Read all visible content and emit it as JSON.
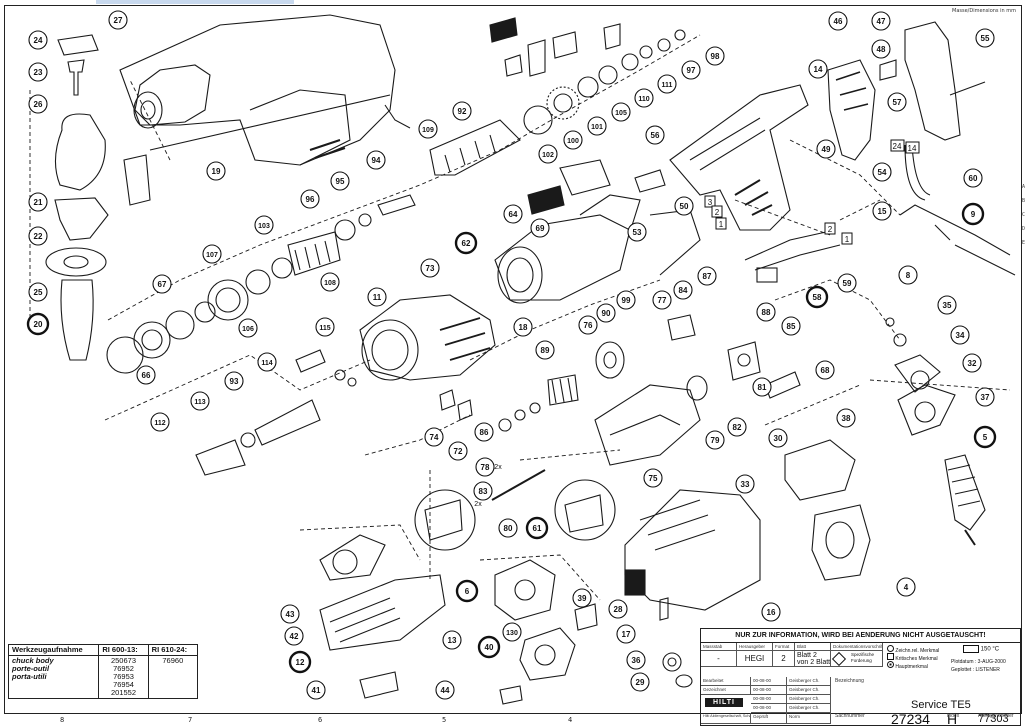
{
  "header": {
    "dimensions_note": "Masse/Dimensions in mm"
  },
  "callouts": [
    {
      "n": "27",
      "filled": false
    },
    {
      "n": "24",
      "filled": false
    },
    {
      "n": "23",
      "filled": false
    },
    {
      "n": "26",
      "filled": false
    },
    {
      "n": "21",
      "filled": false
    },
    {
      "n": "22",
      "filled": false
    },
    {
      "n": "25",
      "filled": false
    },
    {
      "n": "20",
      "filled": true
    },
    {
      "n": "19",
      "filled": false
    },
    {
      "n": "67",
      "filled": false
    },
    {
      "n": "66",
      "filled": false
    },
    {
      "n": "107",
      "filled": false
    },
    {
      "n": "106",
      "filled": false
    },
    {
      "n": "103",
      "filled": false
    },
    {
      "n": "108",
      "filled": false
    },
    {
      "n": "96",
      "filled": false
    },
    {
      "n": "95",
      "filled": false
    },
    {
      "n": "94",
      "filled": false
    },
    {
      "n": "109",
      "filled": false
    },
    {
      "n": "92",
      "filled": false
    },
    {
      "n": "102",
      "filled": false
    },
    {
      "n": "100",
      "filled": false
    },
    {
      "n": "101",
      "filled": false
    },
    {
      "n": "105",
      "filled": false
    },
    {
      "n": "110",
      "filled": false
    },
    {
      "n": "111",
      "filled": false
    },
    {
      "n": "97",
      "filled": false
    },
    {
      "n": "98",
      "filled": false
    },
    {
      "n": "46",
      "filled": false
    },
    {
      "n": "47",
      "filled": false
    },
    {
      "n": "48",
      "filled": false
    },
    {
      "n": "55",
      "filled": false
    },
    {
      "n": "14",
      "filled": false
    },
    {
      "n": "57",
      "filled": false
    },
    {
      "n": "49",
      "filled": false
    },
    {
      "n": "54",
      "filled": false
    },
    {
      "n": "15",
      "filled": false
    },
    {
      "n": "60",
      "filled": false
    },
    {
      "n": "9",
      "filled": true
    },
    {
      "n": "8",
      "filled": false
    },
    {
      "n": "56",
      "filled": false
    },
    {
      "n": "64",
      "filled": false
    },
    {
      "n": "69",
      "filled": false
    },
    {
      "n": "62",
      "filled": true
    },
    {
      "n": "50",
      "filled": false
    },
    {
      "n": "53",
      "filled": false
    },
    {
      "n": "58",
      "filled": true
    },
    {
      "n": "59",
      "filled": false
    },
    {
      "n": "73",
      "filled": false
    },
    {
      "n": "11",
      "filled": false
    },
    {
      "n": "18",
      "filled": false
    },
    {
      "n": "115",
      "filled": false
    },
    {
      "n": "114",
      "filled": false
    },
    {
      "n": "93",
      "filled": false
    },
    {
      "n": "113",
      "filled": false
    },
    {
      "n": "112",
      "filled": false
    },
    {
      "n": "74",
      "filled": false
    },
    {
      "n": "72",
      "filled": false
    },
    {
      "n": "76",
      "filled": false
    },
    {
      "n": "90",
      "filled": false
    },
    {
      "n": "99",
      "filled": false
    },
    {
      "n": "77",
      "filled": false
    },
    {
      "n": "84",
      "filled": false
    },
    {
      "n": "87",
      "filled": false
    },
    {
      "n": "88",
      "filled": false
    },
    {
      "n": "85",
      "filled": false
    },
    {
      "n": "89",
      "filled": false
    },
    {
      "n": "86",
      "filled": false
    },
    {
      "n": "81",
      "filled": false
    },
    {
      "n": "82",
      "filled": false
    },
    {
      "n": "68",
      "filled": false
    },
    {
      "n": "79",
      "filled": false
    },
    {
      "n": "75",
      "filled": false
    },
    {
      "n": "78",
      "filled": false
    },
    {
      "n": "83",
      "filled": false
    },
    {
      "n": "80",
      "filled": false
    },
    {
      "n": "61",
      "filled": true
    },
    {
      "n": "35",
      "filled": false
    },
    {
      "n": "34",
      "filled": false
    },
    {
      "n": "32",
      "filled": false
    },
    {
      "n": "37",
      "filled": false
    },
    {
      "n": "5",
      "filled": true
    },
    {
      "n": "38",
      "filled": false
    },
    {
      "n": "30",
      "filled": false
    },
    {
      "n": "33",
      "filled": false
    },
    {
      "n": "4",
      "filled": false
    },
    {
      "n": "28",
      "filled": false
    },
    {
      "n": "17",
      "filled": false
    },
    {
      "n": "16",
      "filled": false
    },
    {
      "n": "6",
      "filled": true
    },
    {
      "n": "39",
      "filled": false
    },
    {
      "n": "40",
      "filled": true
    },
    {
      "n": "130",
      "filled": false
    },
    {
      "n": "43",
      "filled": false
    },
    {
      "n": "42",
      "filled": false
    },
    {
      "n": "12",
      "filled": true
    },
    {
      "n": "13",
      "filled": false
    },
    {
      "n": "41",
      "filled": false
    },
    {
      "n": "44",
      "filled": false
    },
    {
      "n": "36",
      "filled": false
    },
    {
      "n": "29",
      "filled": false
    }
  ],
  "boxed_labels": [
    "3",
    "2",
    "1",
    "24",
    "14",
    "2",
    "1"
  ],
  "small_labels": {
    "times_2a": "2x",
    "times_2b": "2x"
  },
  "tool_table": {
    "header_left": "Werkzeugaufnahme",
    "header_mid": "RI 600-13:",
    "header_right": "RI 610-24:",
    "left_labels": "chuck body\nporte-outil\nporta-utili",
    "mid_values": "250673\n76952\n76953\n76954\n201552",
    "right_values": "76960"
  },
  "title_block": {
    "note": "NUR ZUR INFORMATION, WIRD BEI AENDERUNG NICHT AUSGETAUSCHT!",
    "massstab_label": "Massstab",
    "massstab_value": "-",
    "herausgeber_label": "Herausgeber",
    "herausgeber_value": "HEGI",
    "format_label": "Format",
    "format_value": "2",
    "blatt_label": "Blatt",
    "blatt_value": "2",
    "von_label": "von",
    "von_value": "2",
    "blatt_suffix": "Blatt",
    "doc_label": "Dokumentationsvorschrift",
    "doc_value": "Spezifische Forderung",
    "legend": [
      "Zeichn.rel. Merkmal",
      "Kritisches Merkmal",
      "Hauptmerkmal"
    ],
    "angle": "150 °C",
    "plotdatum": "Plotdatum : 3-AUG-2000",
    "geplottet": "Geplottet : LISTENER",
    "rows": [
      {
        "label": "Bearbeitet",
        "date": "00-08-00",
        "name": "Geisberger Ch."
      },
      {
        "label": "Gezeichnet",
        "date": "00-08-00",
        "name": "Geisberger Ch."
      },
      {
        "label": "Geprüft",
        "date": "00-08-00",
        "name": "Geisberger Ch."
      },
      {
        "label": "Norm",
        "date": "00-08-00",
        "name": "Geisberger Ch."
      }
    ],
    "logo": "HILTI",
    "company": "Hilti Aktiengesellschaft, Schaan/FL",
    "bezeichnung_label": "Bezeichnung",
    "title": "Service TE5",
    "sachnr_label": "Sachnummer",
    "sachnr": "27234",
    "index_label": "Index",
    "index": "H",
    "auftrag_label": "Antragsnummer",
    "auftrag": "77303"
  },
  "axis": {
    "labels": [
      "8",
      "7",
      "6",
      "5",
      "4"
    ]
  },
  "side_marks": [
    "A",
    "B",
    "C",
    "D",
    "E"
  ]
}
